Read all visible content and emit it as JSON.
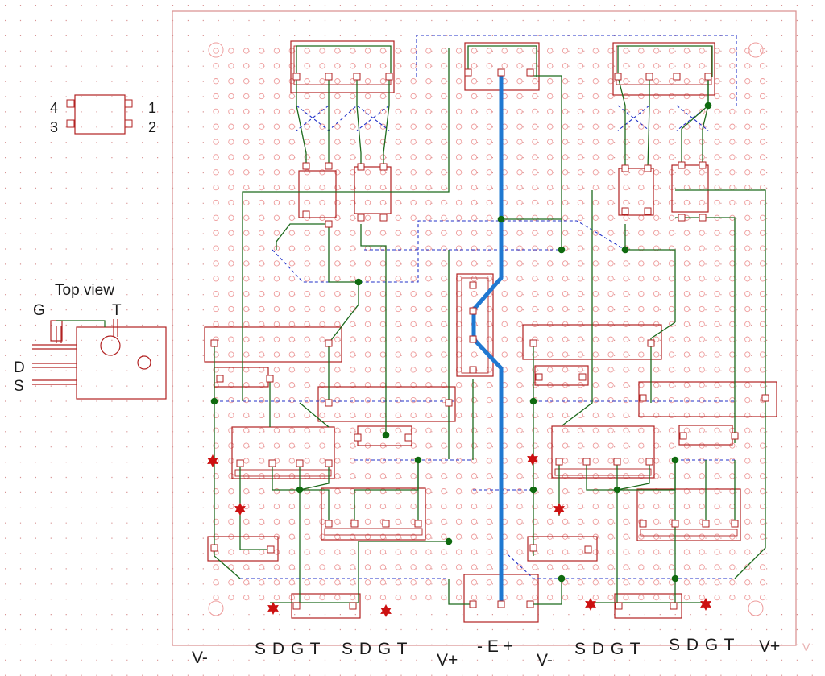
{
  "canvas": {
    "background": "#ffffff",
    "grid_dot_color": "#b83a3a",
    "board_outline_color": "#d88e8e",
    "hole_ring_color": "#ee9c9c",
    "component_outline_color": "#b22222",
    "trace_color": "#1c6a1c",
    "jumper_dashed_color": "#2231c8",
    "thick_bus_color": "#1f78d1",
    "cut_marker_color": "#cc1111",
    "node_dot_color": "#0f6a0f"
  },
  "legend": {
    "optocoupler": {
      "pins_left": [
        "4",
        "3"
      ],
      "pins_right": [
        "1",
        "2"
      ]
    },
    "transistor": {
      "title": "Top view",
      "gate_label": "G",
      "tab_label": "T",
      "drain_label": "D",
      "source_label": "S"
    }
  },
  "bottom_labels": [
    {
      "text": "V-"
    },
    {
      "text": "S D G T"
    },
    {
      "text": "S D G T"
    },
    {
      "text": "V+"
    },
    {
      "text": "- E +"
    },
    {
      "text": "V-"
    },
    {
      "text": "S D G T"
    },
    {
      "text": "S D G T"
    },
    {
      "text": "V+"
    }
  ],
  "corner_mark": "V"
}
